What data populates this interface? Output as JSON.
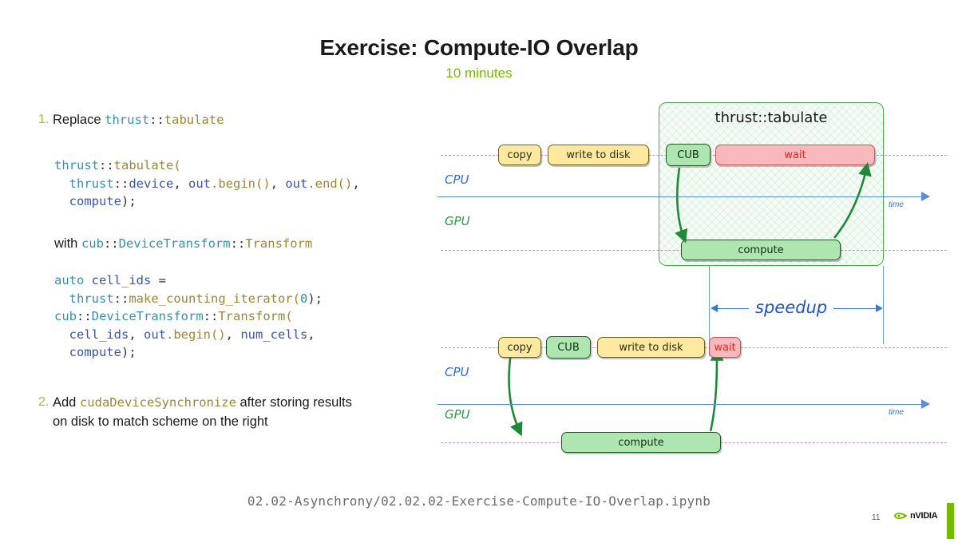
{
  "header": {
    "title": "Exercise: Compute-IO Overlap",
    "subtitle": "10 minutes",
    "accent_color": "#76b900"
  },
  "content": {
    "items": [
      {
        "number": "1.",
        "text_before": "Replace ",
        "code_inline_ns": "thrust",
        "code_inline_sep": "::",
        "code_inline_fn": "tabulate"
      },
      {
        "number": "2.",
        "text_before": "Add ",
        "code_inline": "cudaDeviceSynchronize",
        "text_after": " after storing results",
        "text_line2": "on disk to match scheme on the right"
      }
    ],
    "code_block_1": {
      "line1_ns": "thrust",
      "line1_sep": "::",
      "line1_fn": "tabulate(",
      "line2_ns": "thrust",
      "line2_sep": "::",
      "line2_var": "device",
      "line2_c1": ", ",
      "line2_var2": "out",
      "line2_fn2": ".begin()",
      "line2_c2": ", ",
      "line2_var3": "out",
      "line2_fn3": ".end()",
      "line2_c3": ",",
      "line3_var": "compute",
      "line3_plain": ");"
    },
    "with_line": {
      "prefix": "with ",
      "ns": "cub",
      "sep": "::",
      "mid": "DeviceTransform",
      "sep2": "::",
      "fn": "Transform"
    },
    "code_block_2": {
      "l1_kw": "auto",
      "l1_var": " cell_ids",
      "l1_plain": " =",
      "l2_ns": "thrust",
      "l2_sep": "::",
      "l2_fn": "make_counting_iterator(",
      "l2_num": "0",
      "l2_end": ");",
      "l3_ns": "cub",
      "l3_sep": "::",
      "l3_mid": "DeviceTransform",
      "l3_sep2": "::",
      "l3_fn": "Transform(",
      "l4_var": "cell_ids",
      "l4_c1": ", ",
      "l4_var2": "out",
      "l4_fn2": ".begin()",
      "l4_c2": ", ",
      "l4_var3": "num_cells",
      "l4_c3": ",",
      "l5_var": "compute",
      "l5_plain": ");"
    }
  },
  "diagram": {
    "lane_cpu": "CPU",
    "lane_gpu": "GPU",
    "time_label": "time",
    "speedup_label": "speedup",
    "colors": {
      "yellow_fill": "#ffe9a0",
      "yellow_border": "#6b6216",
      "green_fill": "#aee5b0",
      "green_border": "#1f5a24",
      "pink_fill": "#f8b9bc",
      "pink_border": "#c2565c",
      "pink_text": "#d12b2b",
      "group_border": "#4fa95a",
      "dashed_line": "#b07fc4",
      "axis": "#5b8fd1",
      "cpu_text": "#2f6fd0",
      "gpu_text": "#2e9b46",
      "speedup_text": "#1b56c4",
      "arrow_green": "#1e8a35"
    },
    "top_scheme": {
      "group_label": "thrust::tabulate",
      "cpu_blocks": [
        {
          "label": "copy",
          "kind": "yellow"
        },
        {
          "label": "write to disk",
          "kind": "yellow"
        },
        {
          "label": "CUB",
          "kind": "green"
        },
        {
          "label": "wait",
          "kind": "pink"
        }
      ],
      "gpu_blocks": [
        {
          "label": "compute",
          "kind": "green"
        }
      ]
    },
    "bottom_scheme": {
      "cpu_blocks": [
        {
          "label": "copy",
          "kind": "yellow"
        },
        {
          "label": "CUB",
          "kind": "green"
        },
        {
          "label": "write to disk",
          "kind": "yellow"
        },
        {
          "label": "wait",
          "kind": "pink"
        }
      ],
      "gpu_blocks": [
        {
          "label": "compute",
          "kind": "green"
        }
      ]
    }
  },
  "footer": {
    "path": "02.02-Asynchrony/02.02.02-Exercise-Compute-IO-Overlap.ipynb",
    "page_number": "11",
    "brand": "nVIDIA"
  }
}
